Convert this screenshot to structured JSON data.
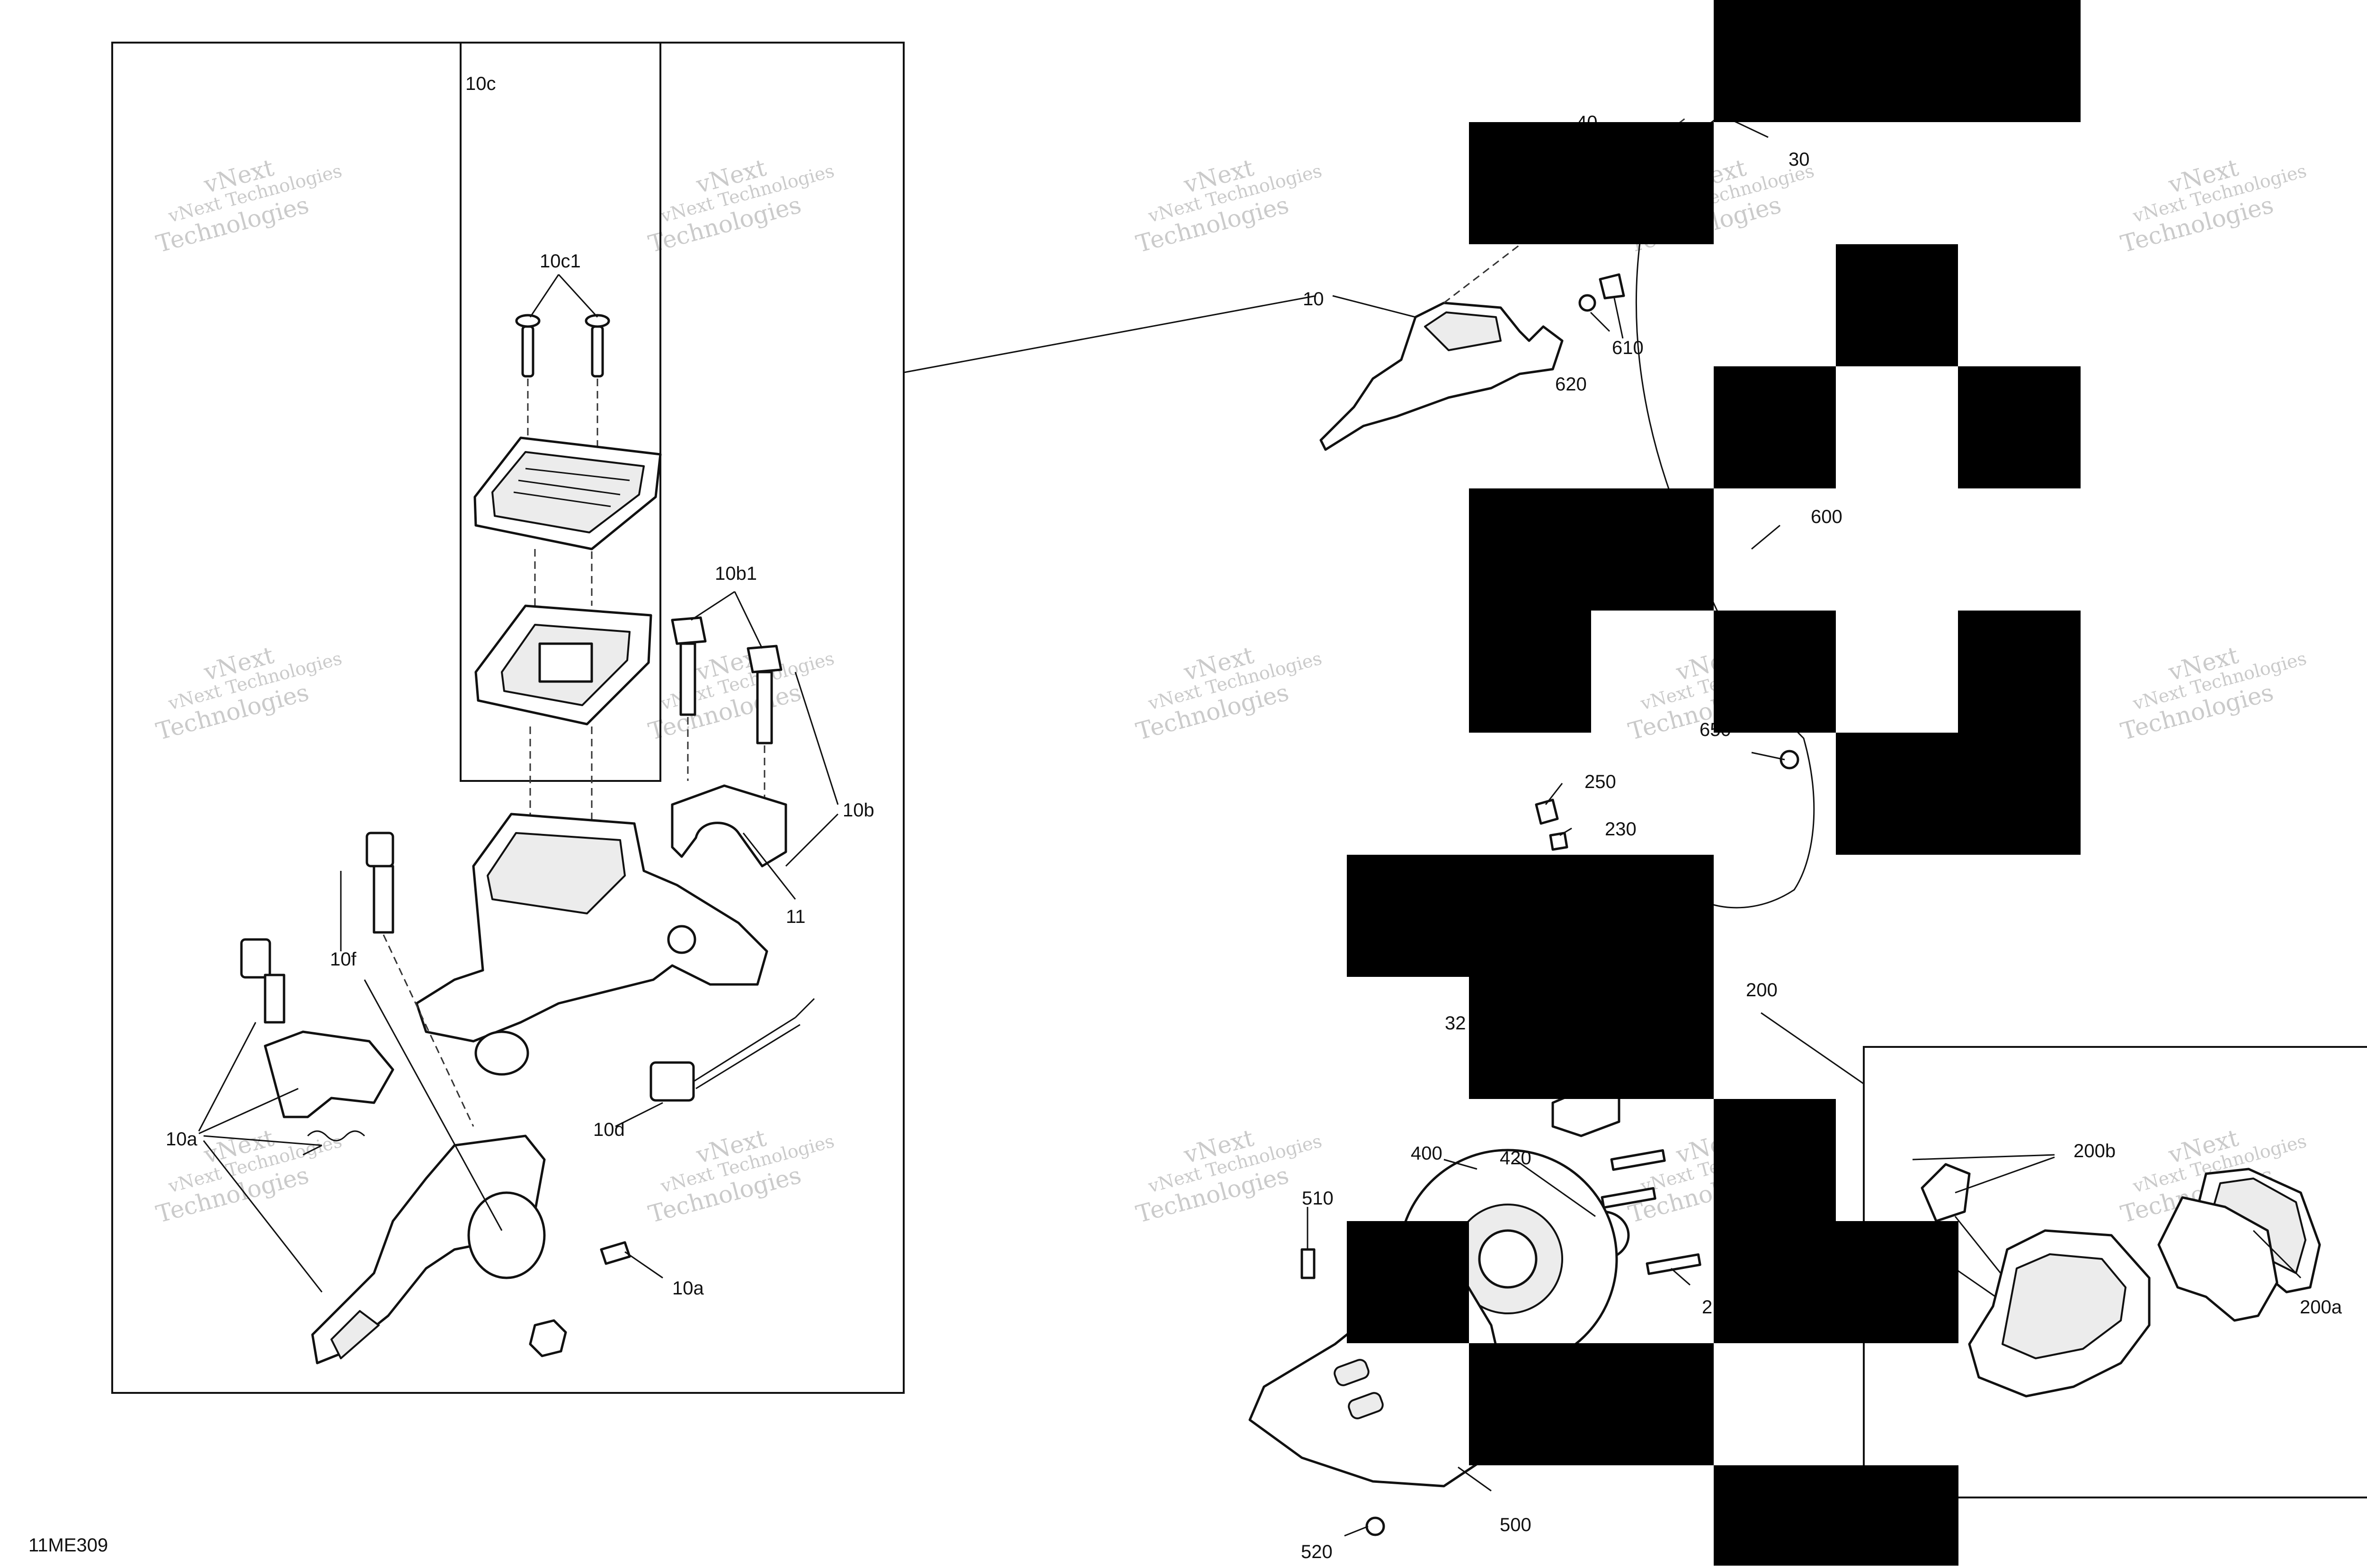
{
  "drawing_id": "11ME309",
  "watermark": {
    "line1": "vNext Technologies",
    "line2": "vNext",
    "line3": "Technologies",
    "color": "#b9b9b9"
  },
  "callouts": {
    "c10c": "10c",
    "c10c1": "10c1",
    "c10b1": "10b1",
    "c10b": "10b",
    "c11": "11",
    "c10f": "10f",
    "c10a_left": "10a",
    "c10d": "10d",
    "c10a_right": "10a",
    "c10": "10",
    "c30": "30",
    "c40": "40",
    "c610": "610",
    "c620": "620",
    "c600": "600",
    "c250": "250",
    "c230": "230",
    "c200": "200",
    "c32": "32",
    "c400": "400",
    "c420": "420",
    "c510": "510",
    "c200b": "200b",
    "c200a": "200a",
    "c500": "500",
    "c520": "520",
    "c650": "650",
    "c2": "2"
  },
  "colors": {
    "redaction": "#000000",
    "line": "#111111",
    "watermark": "#b9b9b9"
  }
}
